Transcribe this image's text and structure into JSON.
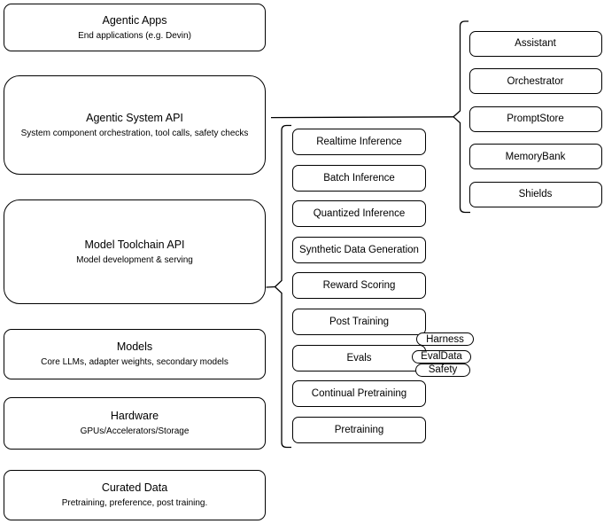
{
  "diagram": {
    "layers": [
      {
        "title": "Agentic Apps",
        "subtitle": "End applications (e.g. Devin)"
      },
      {
        "title": "Agentic System API",
        "subtitle": "System component orchestration, tool calls, safety checks"
      },
      {
        "title": "Model Toolchain API",
        "subtitle": "Model development & serving"
      },
      {
        "title": "Models",
        "subtitle": "Core LLMs, adapter weights, secondary models"
      },
      {
        "title": "Hardware",
        "subtitle": "GPUs/Accelerators/Storage"
      },
      {
        "title": "Curated Data",
        "subtitle": "Pretraining, preference, post training."
      }
    ],
    "toolchain": {
      "items": [
        "Realtime Inference",
        "Batch Inference",
        "Quantized Inference",
        "Synthetic Data Generation",
        "Reward Scoring",
        "Post Training",
        "Evals",
        "Continual Pretraining",
        "Pretraining"
      ]
    },
    "eval_tags": [
      "Harness",
      "EvalData",
      "Safety"
    ],
    "system_components": [
      "Assistant",
      "Orchestrator",
      "PromptStore",
      "MemoryBank",
      "Shields"
    ],
    "colors": {
      "border": "#000000",
      "background": "#ffffff",
      "text": "#000000"
    }
  }
}
